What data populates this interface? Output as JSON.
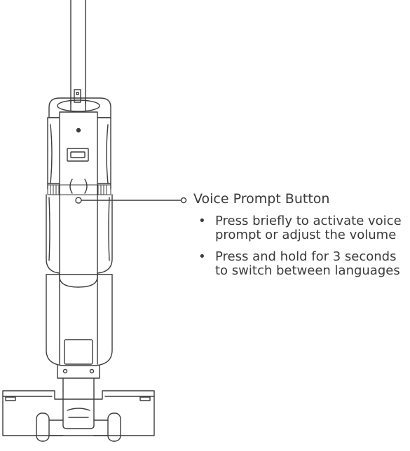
{
  "callout": {
    "title": "Voice Prompt Button",
    "bullets": [
      "Press briefly to activate voice prompt or adjust the volume",
      "Press and hold for 3 seconds to switch between languages"
    ]
  },
  "colors": {
    "line": "#3c3c3c",
    "text": "#3a3a3a",
    "background": "#ffffff"
  }
}
